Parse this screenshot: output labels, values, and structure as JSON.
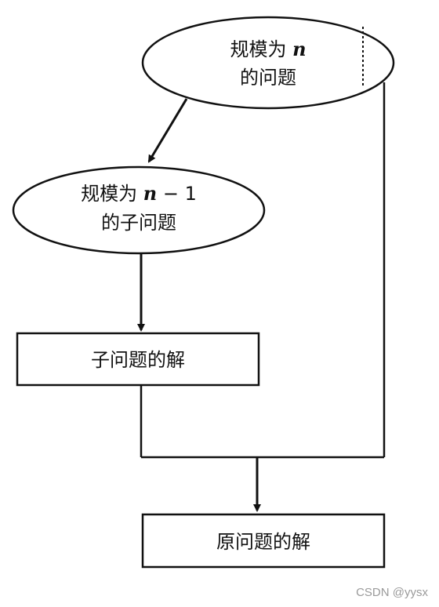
{
  "nodes": {
    "problem_n": {
      "line1_text": "规模为 ",
      "line1_var": "n",
      "line2": "的问题"
    },
    "problem_n_minus_1": {
      "line1_text": "规模为 ",
      "line1_var": "n",
      "line1_suffix": " − 1",
      "line2": "的子问题"
    },
    "sub_solution": "子问题的解",
    "orig_solution": "原问题的解"
  },
  "watermark": "CSDN @yysx",
  "colors": {
    "stroke": "#111111",
    "fill": "#ffffff",
    "text": "#111111",
    "watermark": "#9a9a9a"
  }
}
